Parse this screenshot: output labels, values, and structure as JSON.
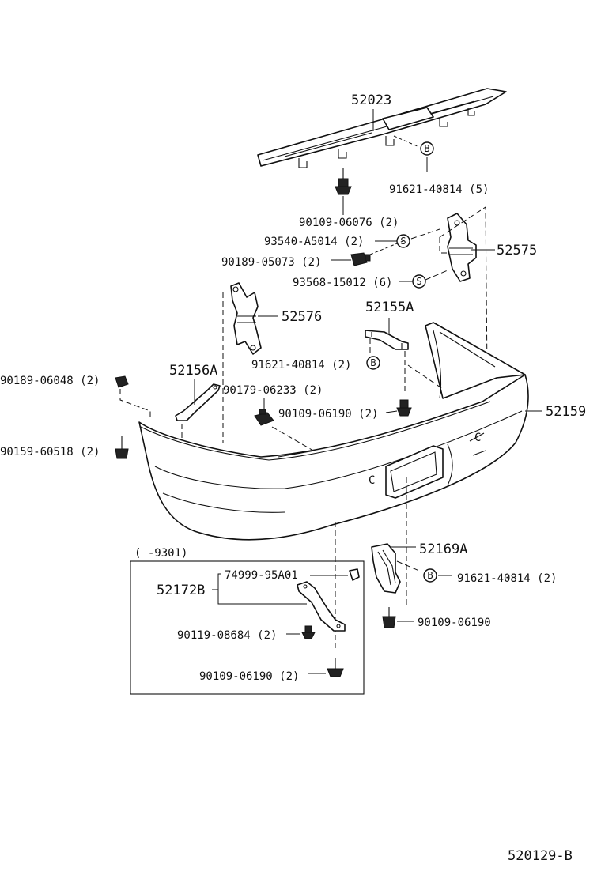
{
  "diagram": {
    "parts": {
      "reinforcement": "52023",
      "clip_top": "91621-40814 (5)",
      "bolt_top": "90109-06076 (2)",
      "grommet_s1": "93540-A5014 (2)",
      "nut_side": "90189-05073 (2)",
      "retainer_right": "52575",
      "grommet_s2": "93568-15012 (6)",
      "retainer_left": "52576",
      "bracket_center": "52155A",
      "clip_mid": "91621-40814 (2)",
      "nut_left": "90189-06048 (2)",
      "bracket_left": "52156A",
      "nut_plate": "90179-06233 (2)",
      "bolt_center": "90109-06190 (2)",
      "bumper_cover": "52159",
      "screw_left": "90159-60518 (2)",
      "inset_range": "(      -9301)",
      "inset_part": "74999-95A01",
      "inset_bracket": "52172B",
      "inset_bolt1": "90119-08684 (2)",
      "inset_bolt2": "90109-06190 (2)",
      "bracket_right": "52169A",
      "clip_low": "91621-40814 (2)",
      "bolt_low": "90109-06190"
    },
    "marks": {
      "b": "B",
      "s": "S",
      "c": "C"
    },
    "figure_number": "520129-B"
  }
}
